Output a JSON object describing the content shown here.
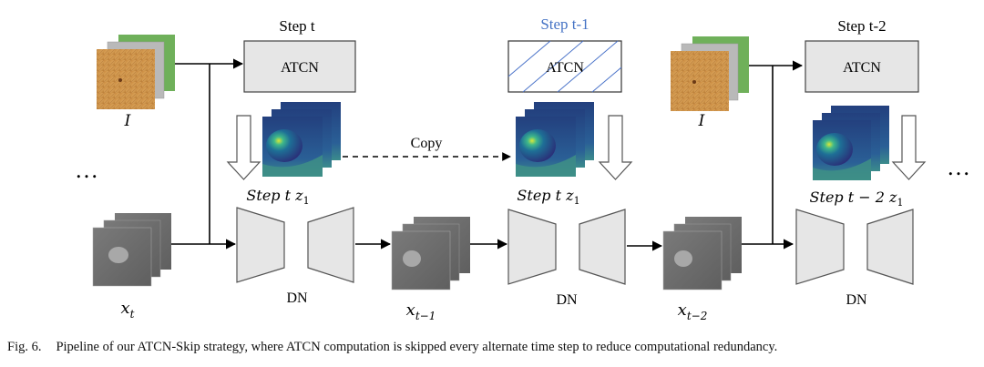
{
  "steps": {
    "t": "Step t",
    "t1": "Step t-1",
    "t2": "Step t-2"
  },
  "atcn_label": "ATCN",
  "dn_label": "DN",
  "copy_label": "Copy",
  "image_label": "I",
  "ellipsis": "…",
  "z_labels": {
    "t": "Step t z",
    "t_copy": "Step t z",
    "t2": "Step t − 2  z",
    "subscript": "1"
  },
  "x_labels": {
    "base": "x",
    "t": "t",
    "t1": "t−1",
    "t2": "t−2"
  },
  "caption": {
    "fig": "Fig. 6.",
    "text": "Pipeline of our ATCN-Skip strategy, where ATCN computation is skipped every alternate time step to reduce computational redundancy."
  },
  "colors": {
    "box_fill": "#e6e6e6",
    "skipped_title": "#4472c4",
    "hatch": "#4a73c9",
    "arrow": "#000000"
  }
}
